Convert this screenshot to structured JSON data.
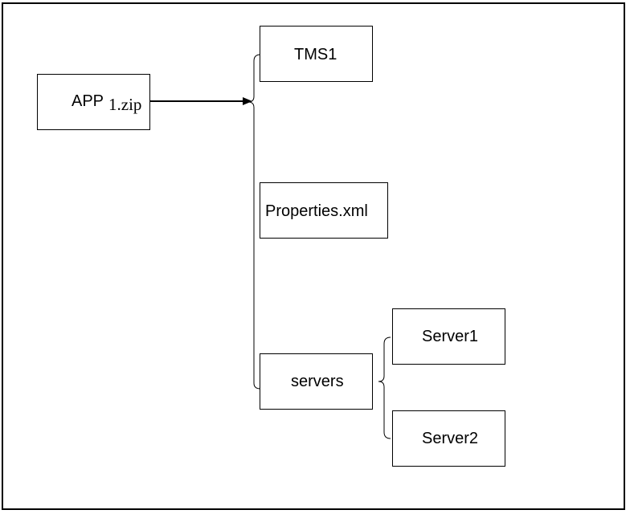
{
  "diagram": {
    "root": {
      "prefix": "APP",
      "suffix": "1.zip"
    },
    "children": {
      "tms": "TMS1",
      "properties": "Properties.xml",
      "servers": "servers"
    },
    "servers": {
      "server1": "Server1",
      "server2": "Server2"
    }
  },
  "colors": {
    "stroke": "#000000",
    "background": "#ffffff"
  }
}
